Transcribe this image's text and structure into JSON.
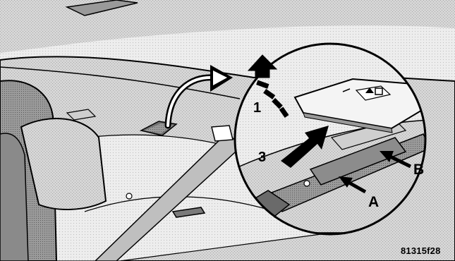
{
  "callouts": {
    "step_1": "1",
    "step_3": "3",
    "label_a": "A",
    "label_b": "B"
  },
  "figure_code": "81315f28",
  "colors": {
    "ink": "#000000",
    "panel_gray": "#d9d9d9",
    "light_gray": "#ececec",
    "mid_gray": "#a9a9a9",
    "dark_gray": "#6e6e6e"
  }
}
